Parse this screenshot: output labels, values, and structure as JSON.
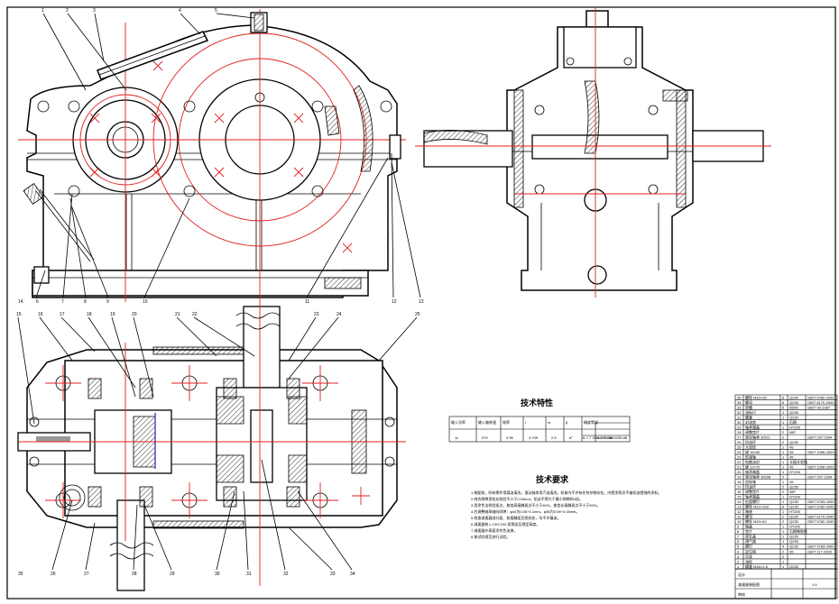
{
  "drawing": {
    "tech_params_title": "技术特性",
    "tech_requirements_title": "技术要求",
    "tech_table": {
      "headers": [
        "输入功率\nkW",
        "输入轴转速\nr/min",
        "效率",
        "i",
        "m",
        "β",
        "精度等级"
      ],
      "sub_headers": [
        "",
        "",
        "",
        "",
        "",
        "",
        "高速级",
        "低速级"
      ],
      "row": [
        "11",
        "970",
        "0.95",
        "3.795",
        "2.5",
        "8°",
        "8-7-7 GB10095-88",
        "8-7-7 GB10095-88"
      ]
    },
    "requirements_lines": [
      "1.装配前，所有零件用煤油清洗，滚动轴承用汽油清洗，机体内不许有任何杂物存在。内壁涂两次不被机油侵蚀的涂料。",
      "2.啮合侧隙用铅丝检验不小于0.16mm，铅丝不得大于最小侧隙的4倍。",
      "3.用涂色法检验斑点，按齿高接触斑点不小于40%，按齿长接触斑点不小于50%。",
      "4.应调整轴承轴向间隙：φ40为0.05~0.1mm，φ55为0.08~0.15mm。",
      "5.检查减速器剖分面、各接触面及密封处，均不许漏油。",
      "6.减速器装 L-CKC150 润滑油至规定高度。",
      "7.减速器外表面涂灰色油漆。",
      "8.按试验规范进行试验。"
    ],
    "part_labels_top": [
      "1",
      "2",
      "3",
      "4",
      "5",
      "6",
      "7",
      "8",
      "9",
      "10",
      "11",
      "12",
      "13",
      "14"
    ],
    "part_labels_bottom": [
      "15",
      "16",
      "17",
      "18",
      "19",
      "20",
      "21",
      "22",
      "23",
      "24",
      "25",
      "26",
      "27",
      "28",
      "29",
      "30",
      "31",
      "32",
      "33",
      "34",
      "35"
    ],
    "title_block": {
      "scale": "1:4",
      "name": "减速器装配图",
      "design_label": "设计",
      "check_label": "审核"
    },
    "parts_list": [
      [
        "35",
        "螺栓 M10×35",
        "6",
        "Q235",
        "GB/T 5782-2000"
      ],
      [
        "34",
        "螺母",
        "6",
        "Q235",
        "GB/T 6170-2000"
      ],
      [
        "33",
        "垫圈",
        "6",
        "65Mn",
        "GB/T 93-1987"
      ],
      [
        "32",
        "油标尺",
        "1",
        "Q235",
        ""
      ],
      [
        "31",
        "螺塞",
        "1",
        "Q235",
        ""
      ],
      [
        "30",
        "封油垫",
        "1",
        "石棉",
        ""
      ],
      [
        "29",
        "轴承端盖",
        "1",
        "HT200",
        ""
      ],
      [
        "28",
        "调整垫片",
        "2",
        "08F",
        ""
      ],
      [
        "27",
        "滚动轴承 30211",
        "2",
        "",
        "GB/T 297-1994"
      ],
      [
        "26",
        "挡油环",
        "2",
        "Q235",
        ""
      ],
      [
        "25",
        "大齿轮",
        "1",
        "45",
        ""
      ],
      [
        "24",
        "键 16×50",
        "1",
        "45",
        "GB/T 1096-2003"
      ],
      [
        "23",
        "低速轴",
        "1",
        "45",
        ""
      ],
      [
        "22",
        "毡圈油封",
        "1",
        "半粗羊毛毡",
        ""
      ],
      [
        "21",
        "键 12×70",
        "1",
        "45",
        "GB/T 1096-2003"
      ],
      [
        "20",
        "轴承端盖",
        "1",
        "HT200",
        ""
      ],
      [
        "19",
        "滚动轴承 30208",
        "2",
        "",
        "GB/T 297-1994"
      ],
      [
        "18",
        "齿轮轴",
        "1",
        "45",
        ""
      ],
      [
        "17",
        "挡油环",
        "2",
        "Q235",
        ""
      ],
      [
        "16",
        "调整垫片",
        "2",
        "08F",
        ""
      ],
      [
        "15",
        "轴承端盖",
        "1",
        "HT200",
        ""
      ],
      [
        "14",
        "启盖螺钉",
        "1",
        "Q235",
        "GB/T 5783-2000"
      ],
      [
        "13",
        "螺栓 M12×100",
        "6",
        "Q235",
        "GB/T 5782-2000"
      ],
      [
        "12",
        "箱座",
        "1",
        "HT200",
        ""
      ],
      [
        "11",
        "螺母",
        "2",
        "Q235",
        "GB/T 6170-2000"
      ],
      [
        "10",
        "螺栓 M10×40",
        "2",
        "Q235",
        "GB/T 5782-2000"
      ],
      [
        "9",
        "箱盖",
        "1",
        "HT200",
        ""
      ],
      [
        "8",
        "垫片",
        "1",
        "石棉橡胶纸",
        ""
      ],
      [
        "7",
        "视孔盖",
        "1",
        "Q235",
        ""
      ],
      [
        "6",
        "通气器",
        "1",
        "Q235",
        ""
      ],
      [
        "5",
        "螺钉",
        "4",
        "Q235",
        "GB/T 5783-2000"
      ],
      [
        "4",
        "定位销",
        "2",
        "35",
        "GB/T 117-2000"
      ],
      [
        "3",
        "吊耳",
        "2",
        "",
        ""
      ],
      [
        "2",
        "油标",
        "1",
        "",
        ""
      ],
      [
        "1",
        "螺塞 M16×1.5",
        "1",
        "Q235",
        ""
      ]
    ]
  }
}
